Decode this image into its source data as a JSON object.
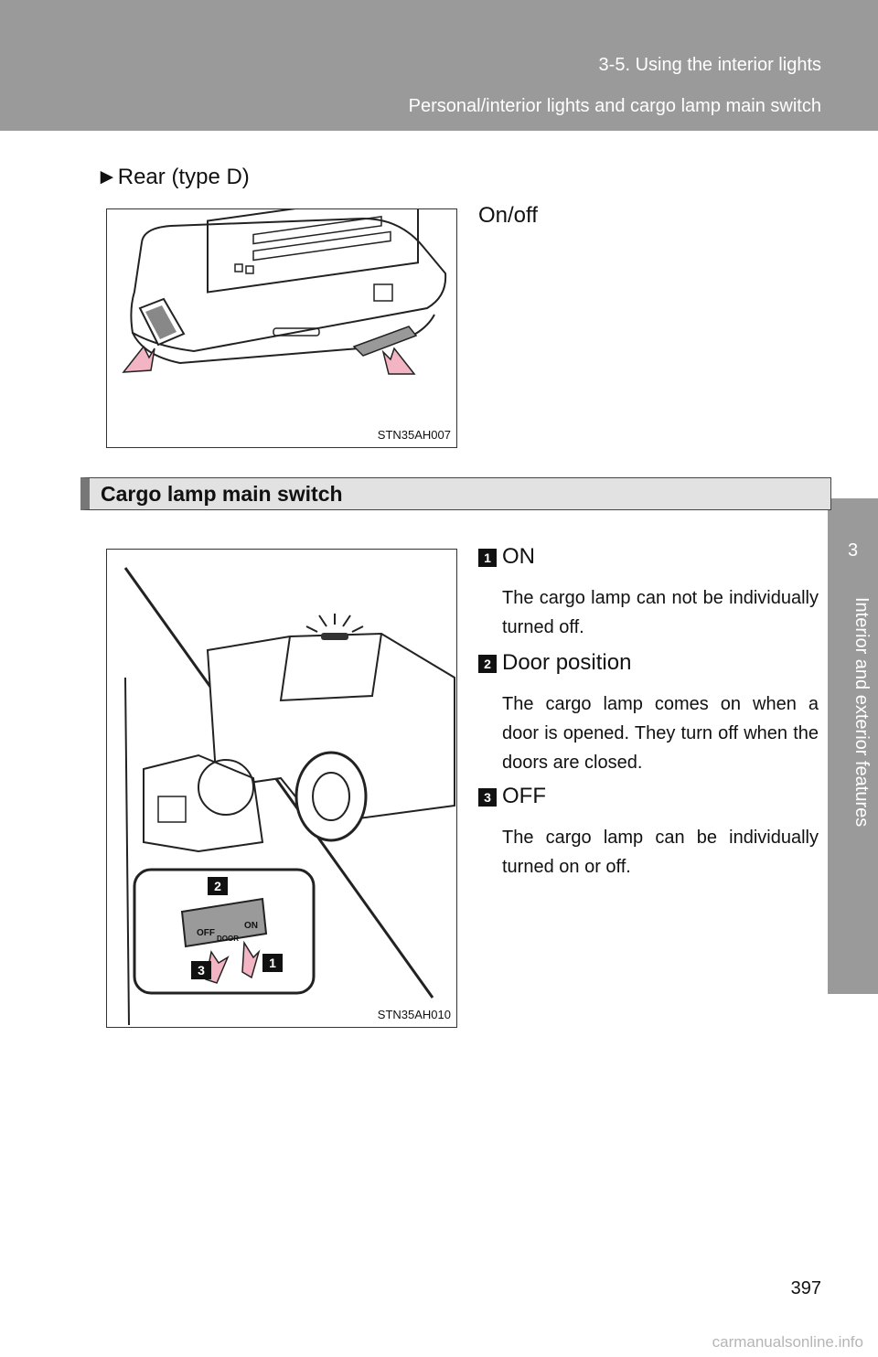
{
  "header": {
    "section": "3-5. Using the interior lights",
    "subsection": "Personal/interior lights and cargo lamp main switch"
  },
  "side_tab": {
    "chapter_number": "3",
    "chapter_title": "Interior and exterior features"
  },
  "rear": {
    "heading": "►Rear (type D)",
    "label": "On/off",
    "figure_code": "STN35AH007"
  },
  "cargo": {
    "title": "Cargo lamp main switch",
    "figure_code": "STN35AH010",
    "callouts": [
      "2",
      "3",
      "1"
    ],
    "switch_labels": {
      "off": "OFF",
      "door": "DOOR",
      "on": "ON"
    },
    "items": [
      {
        "num": "1",
        "label": "ON",
        "desc": "The cargo lamp can not be individually turned off."
      },
      {
        "num": "2",
        "label": "Door position",
        "desc": "The cargo lamp comes on when a door is opened. They turn off when the doors are closed."
      },
      {
        "num": "3",
        "label": "OFF",
        "desc": "The cargo lamp can be individually turned on or off."
      }
    ]
  },
  "page_number": "397",
  "watermark": "carmanualsonline.info"
}
